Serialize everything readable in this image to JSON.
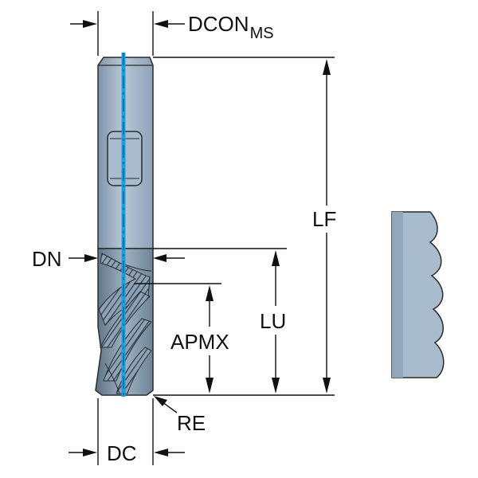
{
  "labels": {
    "dcon": "DCON",
    "dcon_sub": "MS",
    "lf": "LF",
    "dn": "DN",
    "lu": "LU",
    "apmx": "APMX",
    "re": "RE",
    "dc": "DC"
  },
  "colors": {
    "shank": "#9fb4c8",
    "shank_edge": "#2a2a2a",
    "coolant": "#1aa0e0",
    "flute_dark": "#3c4c5c",
    "profile": "#a9bccd"
  }
}
